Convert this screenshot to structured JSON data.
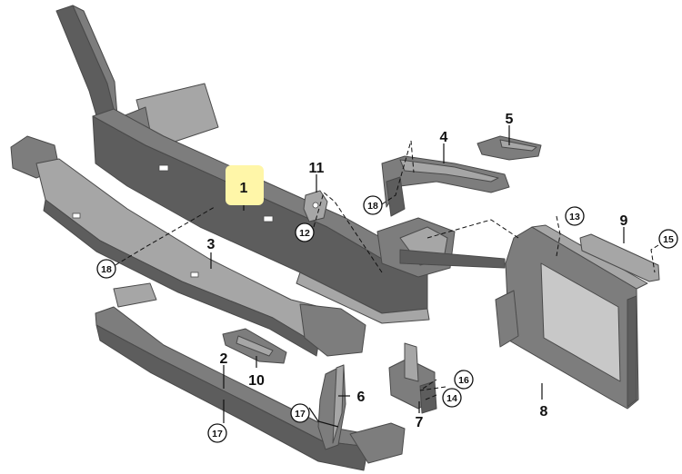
{
  "diagram": {
    "labels": [
      "1",
      "2",
      "3",
      "4",
      "5",
      "6",
      "7",
      "8",
      "9",
      "10",
      "11"
    ],
    "circled_labels": [
      "12",
      "13",
      "14",
      "15",
      "16",
      "17",
      "17",
      "18",
      "18"
    ],
    "highlight_color": "#fff6a8"
  }
}
